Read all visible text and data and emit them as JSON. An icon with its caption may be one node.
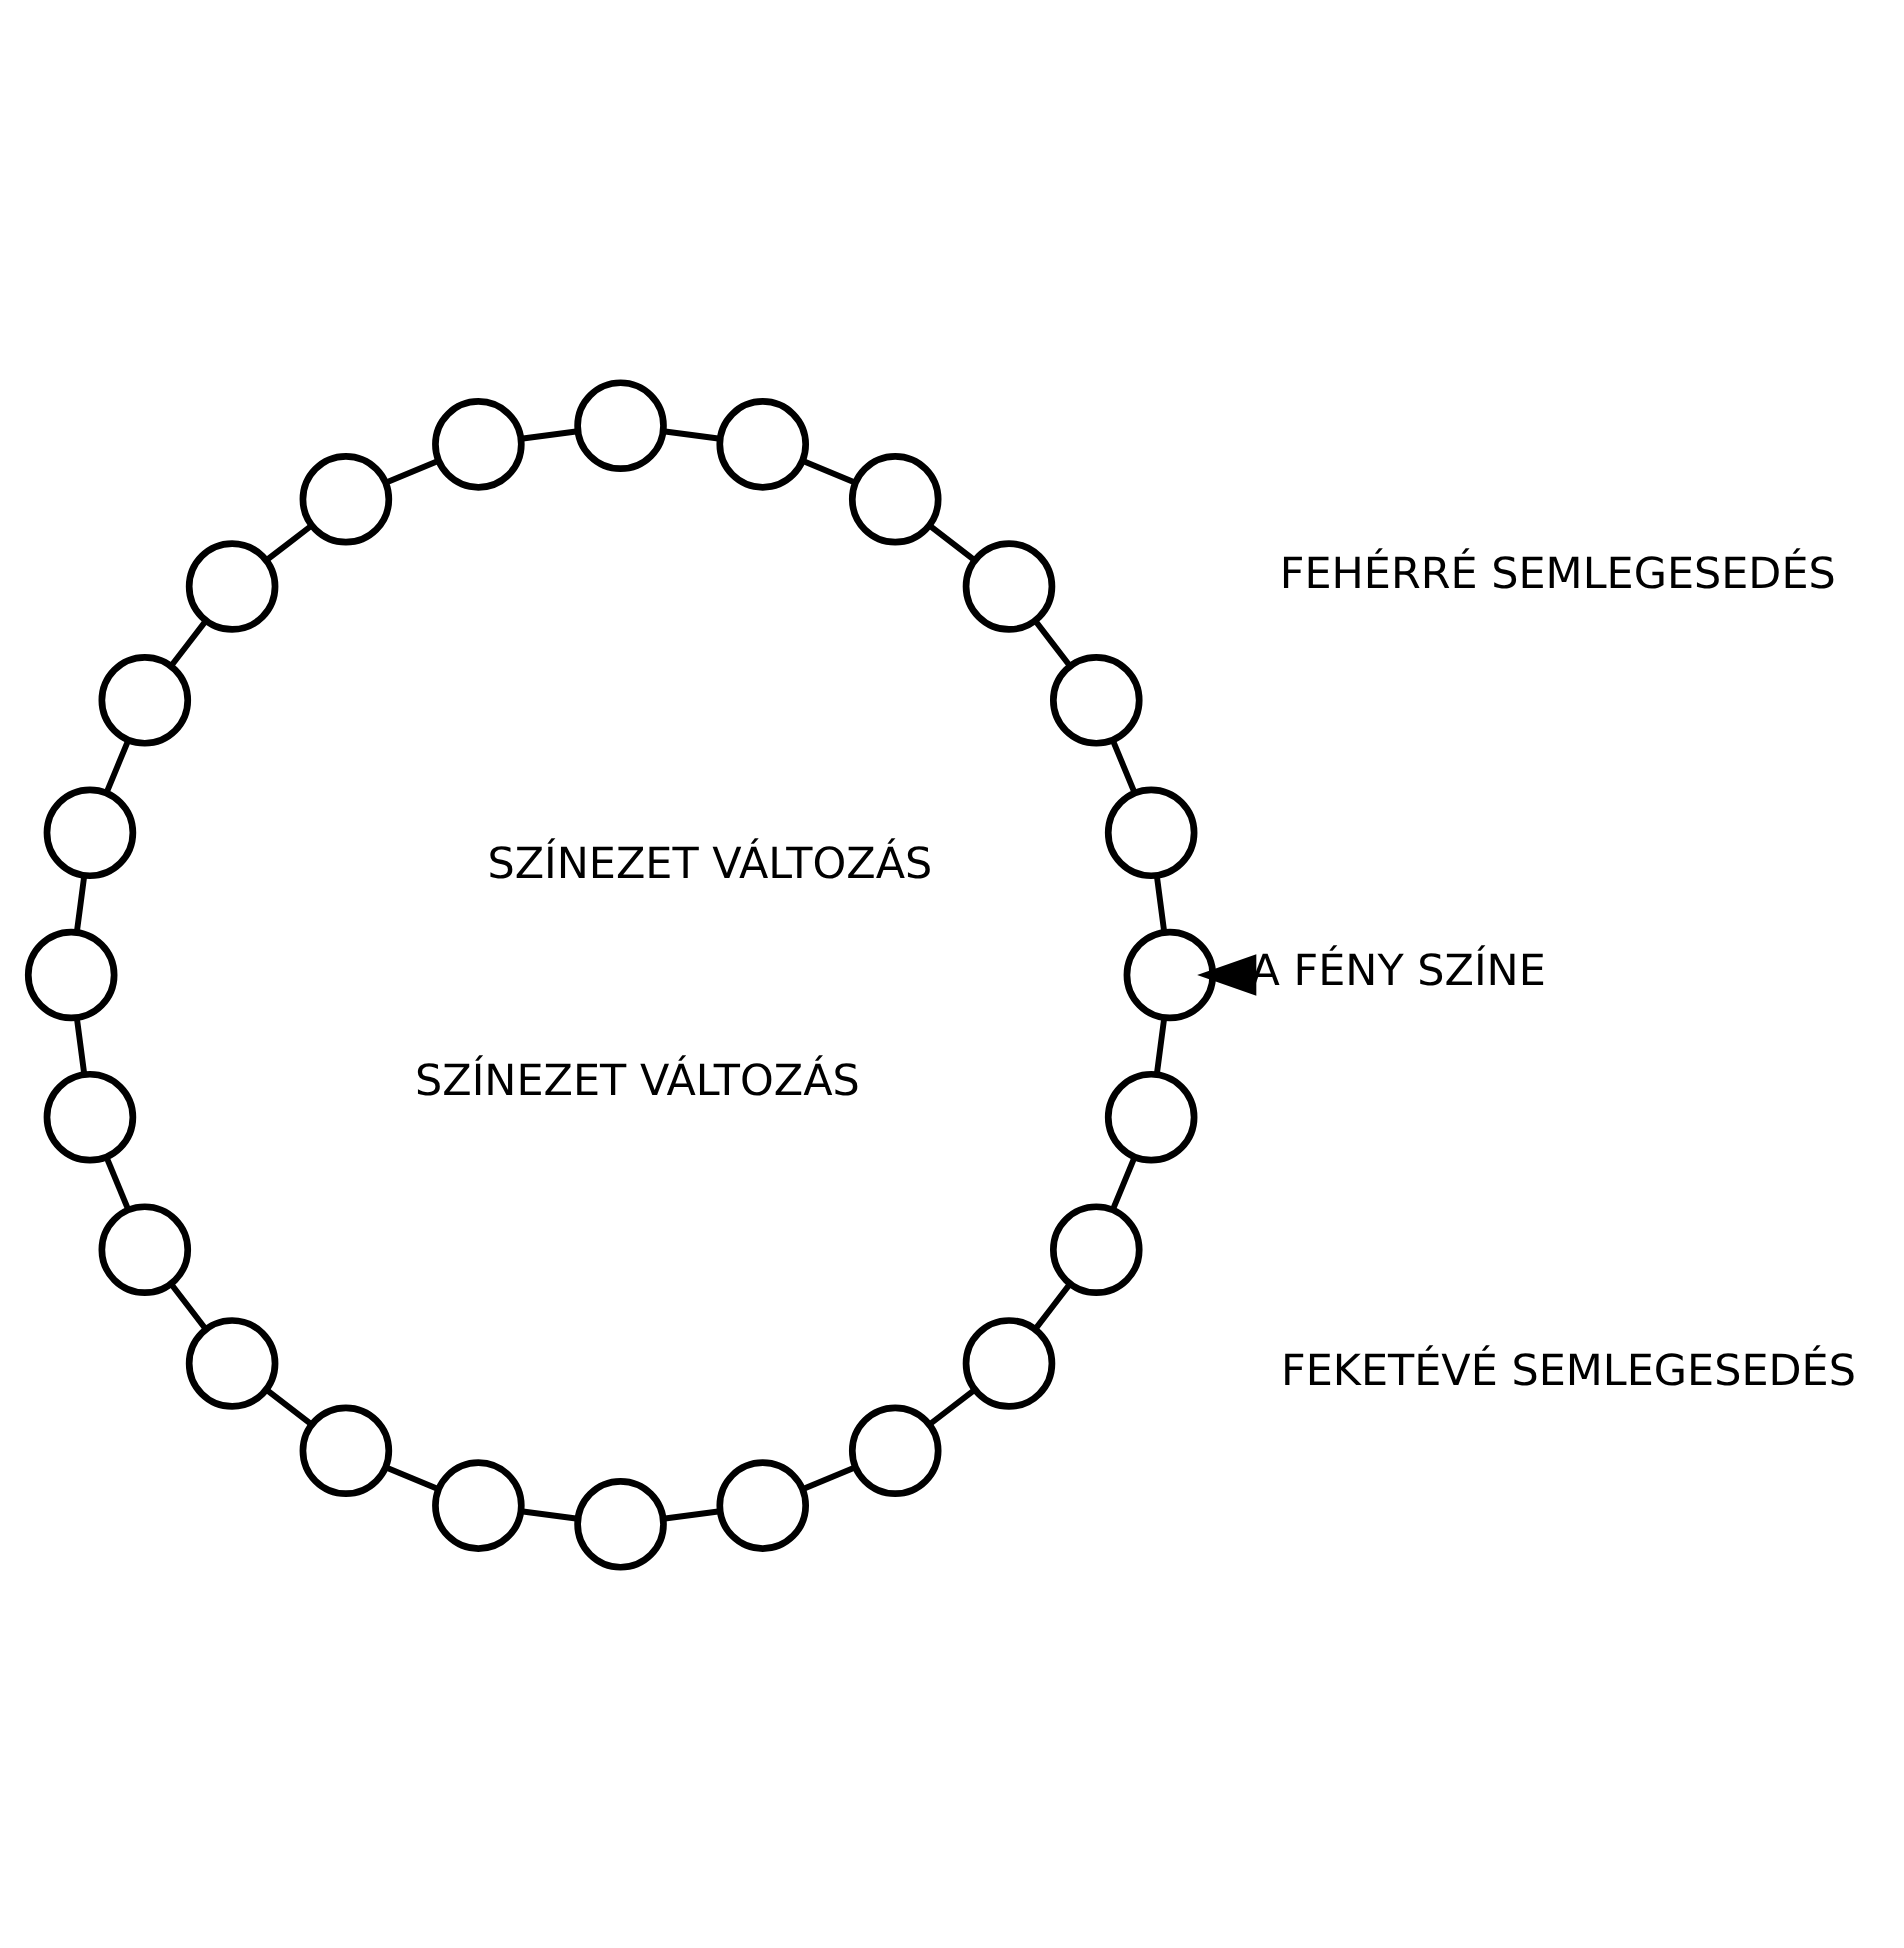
{
  "diagram": {
    "nodes": [
      {
        "text": [],
        "shape": "circle"
      },
      {
        "text": [],
        "shape": "circle"
      },
      {
        "text": [],
        "shape": "circle"
      },
      {
        "text": [],
        "shape": "circle"
      },
      {
        "text": [],
        "shape": "circle"
      },
      {
        "text": [],
        "shape": "circle"
      },
      {
        "text": [],
        "shape": "circle"
      },
      {
        "text": [],
        "shape": "circle"
      },
      {
        "text": [],
        "shape": "circle"
      },
      {
        "text": [],
        "shape": "circle"
      },
      {
        "text": [],
        "shape": "circle"
      },
      {
        "text": [],
        "shape": "circle"
      },
      {
        "text": [],
        "shape": "circle"
      },
      {
        "text": [],
        "shape": "circle"
      },
      {
        "text": [],
        "shape": "circle"
      },
      {
        "text": [],
        "shape": "circle"
      },
      {
        "text": [],
        "shape": "circle"
      },
      {
        "text": [],
        "shape": "circle"
      },
      {
        "text": [],
        "shape": "circle"
      },
      {
        "text": [],
        "shape": "circle"
      },
      {
        "text": [],
        "shape": "circle"
      },
      {
        "text": [],
        "shape": "circle"
      },
      {
        "text": [],
        "shape": "circle"
      },
      {
        "text": [],
        "shape": "circle"
      },
      {
        "text": [
          "A FÉNY SZÍNE"
        ]
      }
    ],
    "edges": [
      {
        "from": 0,
        "to": 1,
        "arrow": "none"
      },
      {
        "from": 1,
        "to": 2,
        "arrow": "none"
      },
      {
        "from": 2,
        "to": 3,
        "arrow": "none"
      },
      {
        "from": 3,
        "to": 4,
        "arrow": "none"
      },
      {
        "from": 4,
        "to": 5,
        "arrow": "none"
      },
      {
        "from": 5,
        "to": 6,
        "arrow": "none"
      },
      {
        "from": 6,
        "to": 7,
        "arrow": "none"
      },
      {
        "from": 7,
        "to": 8,
        "arrow": "none"
      },
      {
        "from": 8,
        "to": 9,
        "arrow": "none"
      },
      {
        "from": 9,
        "to": 10,
        "arrow": "none"
      },
      {
        "from": 10,
        "to": 11,
        "arrow": "none"
      },
      {
        "from": 11,
        "to": 12,
        "arrow": "none"
      },
      {
        "from": 12,
        "to": 13,
        "arrow": "none"
      },
      {
        "from": 13,
        "to": 14,
        "arrow": "none"
      },
      {
        "from": 14,
        "to": 15,
        "arrow": "none"
      },
      {
        "from": 15,
        "to": 16,
        "arrow": "none"
      },
      {
        "from": 16,
        "to": 17,
        "arrow": "none"
      },
      {
        "from": 17,
        "to": 18,
        "arrow": "none"
      },
      {
        "from": 18,
        "to": 19,
        "arrow": "none"
      },
      {
        "from": 19,
        "to": 20,
        "arrow": "none"
      },
      {
        "from": 20,
        "to": 21,
        "arrow": "none"
      },
      {
        "from": 21,
        "to": 22,
        "arrow": "none"
      },
      {
        "from": 22,
        "to": 23,
        "arrow": "none"
      },
      {
        "from": 23,
        "to": 0,
        "arrow": "none"
      },
      {
        "from": 24,
        "to": 0,
        "arrow": "to",
        "style": "thick"
      }
    ],
    "labels": [
      "FEHÉRRÉ SEMLEGESEDÉS",
      "SZÍNEZET VÁLTOZÁS",
      "SZÍNEZET VÁLTOZÁS",
      "FEKETÉVÉ SEMLEGESEDÉS"
    ]
  }
}
